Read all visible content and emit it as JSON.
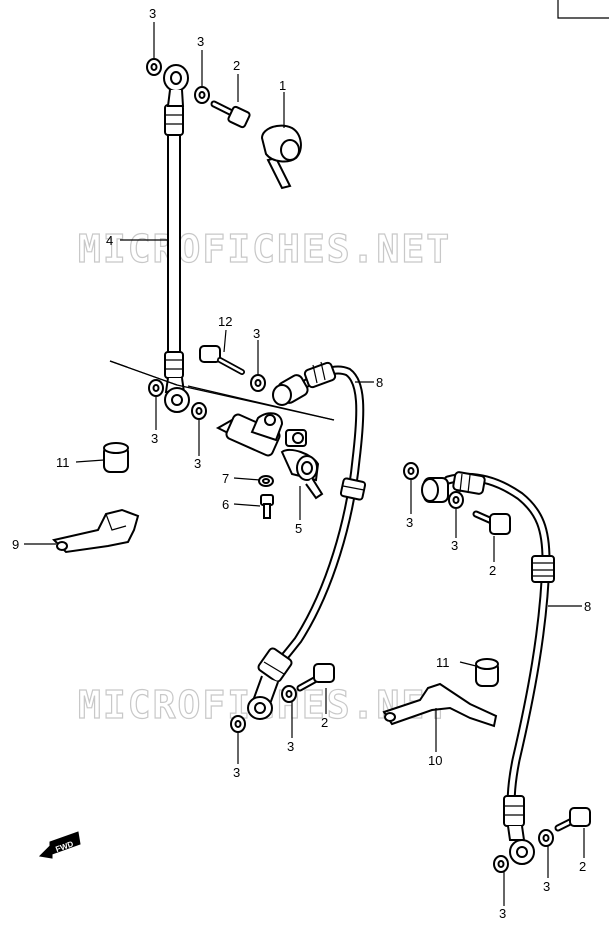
{
  "watermarks": [
    "MICROFICHES.NET",
    "MICROFICHES.NET"
  ],
  "fwd_label": "FWD",
  "callouts": {
    "c1": "1",
    "c2a": "2",
    "c2b": "2",
    "c2c": "2",
    "c2d": "2",
    "c3a": "3",
    "c3b": "3",
    "c3c": "3",
    "c3d": "3",
    "c3e": "3",
    "c3f": "3",
    "c3g": "3",
    "c3h": "3",
    "c3i": "3",
    "c3j": "3",
    "c3k": "3",
    "c4": "4",
    "c5": "5",
    "c6": "6",
    "c7": "7",
    "c8a": "8",
    "c8b": "8",
    "c9": "9",
    "c10": "10",
    "c11a": "11",
    "c11b": "11",
    "c12": "12"
  }
}
